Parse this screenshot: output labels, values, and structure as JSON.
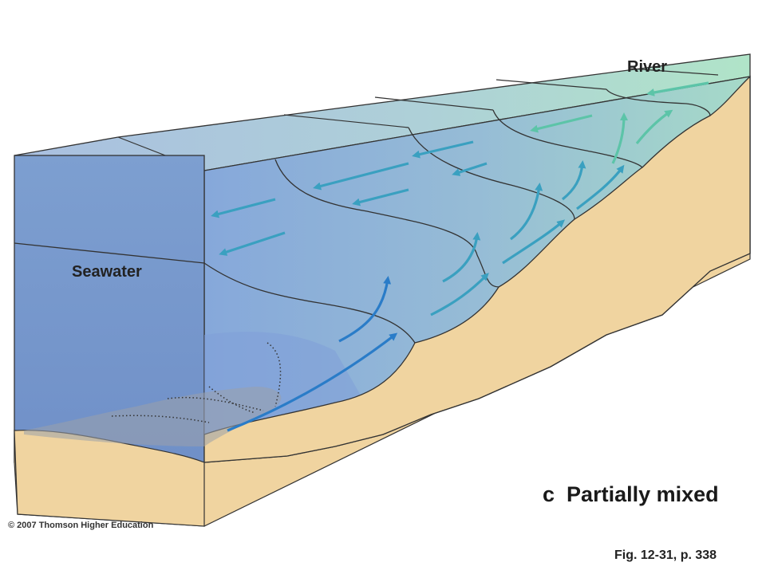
{
  "labels": {
    "river": "River",
    "seawater": "Seawater",
    "caption_letter": "c",
    "caption_text": "Partially mixed",
    "copyright": "© 2007 Thomson Higher Education",
    "figure_ref": "Fig. 12-31, p. 338"
  },
  "colors": {
    "seawater": "#8aaed8",
    "river_water": "#a8dcc8",
    "sediment": "#f0d4a0",
    "arrow_deep": "#2a7cc8",
    "arrow_mid": "#3aa0c0",
    "arrow_light": "#5cc4a8"
  }
}
